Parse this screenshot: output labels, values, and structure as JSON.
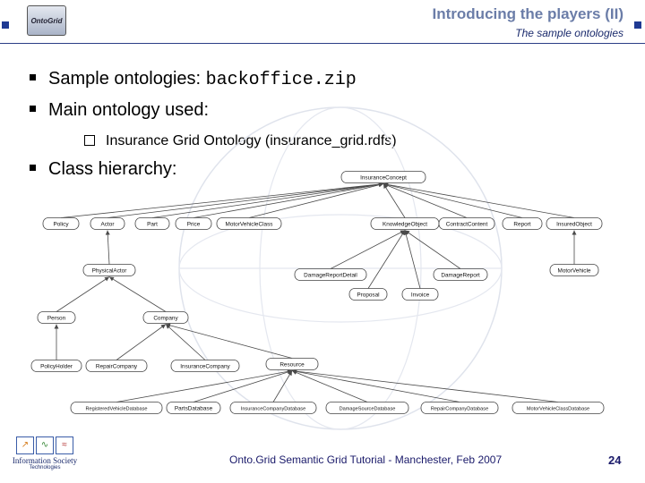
{
  "header": {
    "logo_text": "OntoGrid",
    "title": "Introducing the players (II)",
    "subtitle": "The sample ontologies"
  },
  "bullets": {
    "b1_text": "Sample ontologies: ",
    "b1_code": "backoffice.zip",
    "b2_text": "Main ontology used:",
    "sub1_text": "Insurance Grid Ontology (insurance_grid.rdfs)",
    "b3_text": "Class hierarchy:"
  },
  "diagram": {
    "nodes": [
      {
        "id": "ic",
        "label": "InsuranceConcept"
      },
      {
        "id": "pol",
        "label": "Policy"
      },
      {
        "id": "act",
        "label": "Actor"
      },
      {
        "id": "part",
        "label": "Part"
      },
      {
        "id": "price",
        "label": "Price"
      },
      {
        "id": "mvc",
        "label": "MotorVehicleClass"
      },
      {
        "id": "ko",
        "label": "KnowledgeObject"
      },
      {
        "id": "cc",
        "label": "ContractContent"
      },
      {
        "id": "rep",
        "label": "Report"
      },
      {
        "id": "iobj",
        "label": "InsuredObject"
      },
      {
        "id": "pa",
        "label": "PhysicalActor"
      },
      {
        "id": "drd",
        "label": "DamageReportDetail"
      },
      {
        "id": "dr",
        "label": "DamageReport"
      },
      {
        "id": "mv",
        "label": "MotorVehicle"
      },
      {
        "id": "prop",
        "label": "Proposal"
      },
      {
        "id": "inv",
        "label": "Invoice"
      },
      {
        "id": "per",
        "label": "Person"
      },
      {
        "id": "comp",
        "label": "Company"
      },
      {
        "id": "ph",
        "label": "PolicyHolder"
      },
      {
        "id": "rc",
        "label": "RepairCompany"
      },
      {
        "id": "insc",
        "label": "InsuranceCompany"
      },
      {
        "id": "res",
        "label": "Resource"
      },
      {
        "id": "rvd",
        "label": "RegisteredVehicleDatabase"
      },
      {
        "id": "pdb",
        "label": "PartsDatabase"
      },
      {
        "id": "icd",
        "label": "InsuranceCompanyDatabase"
      },
      {
        "id": "dsd",
        "label": "DamageSourceDatabase"
      },
      {
        "id": "rcd",
        "label": "RepairCompanyDatabase"
      },
      {
        "id": "mvcd",
        "label": "MotorVehicleClassDatabase"
      }
    ],
    "edges": [
      [
        "pol",
        "ic"
      ],
      [
        "act",
        "ic"
      ],
      [
        "part",
        "ic"
      ],
      [
        "price",
        "ic"
      ],
      [
        "mvc",
        "ic"
      ],
      [
        "ko",
        "ic"
      ],
      [
        "cc",
        "ic"
      ],
      [
        "rep",
        "ic"
      ],
      [
        "iobj",
        "ic"
      ],
      [
        "pa",
        "act"
      ],
      [
        "per",
        "pa"
      ],
      [
        "comp",
        "pa"
      ],
      [
        "ph",
        "per"
      ],
      [
        "rc",
        "comp"
      ],
      [
        "insc",
        "comp"
      ],
      [
        "res",
        "comp"
      ],
      [
        "rvd",
        "res"
      ],
      [
        "pdb",
        "res"
      ],
      [
        "icd",
        "res"
      ],
      [
        "dsd",
        "res"
      ],
      [
        "rcd",
        "res"
      ],
      [
        "mvcd",
        "res"
      ],
      [
        "drd",
        "ko"
      ],
      [
        "dr",
        "ko"
      ],
      [
        "prop",
        "ko"
      ],
      [
        "inv",
        "ko"
      ],
      [
        "mv",
        "iobj"
      ]
    ]
  },
  "footer": {
    "institution_line1": "Information Society",
    "institution_line2": "Technologies",
    "caption": "Onto.Grid Semantic Grid Tutorial - Manchester, Feb 2007",
    "page_number": "24"
  }
}
